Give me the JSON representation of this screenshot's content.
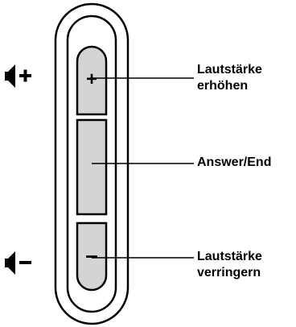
{
  "device": {
    "buttons": [
      {
        "symbol": "+",
        "function": "volume-up"
      },
      {
        "symbol": "",
        "function": "answer-end"
      },
      {
        "symbol": "–",
        "function": "volume-down"
      }
    ]
  },
  "side_icons": {
    "volume_up": {
      "icon": "speaker-icon",
      "sign": "+"
    },
    "volume_down": {
      "icon": "speaker-icon",
      "sign": "–"
    }
  },
  "callouts": [
    {
      "line1": "Lautstärke",
      "line2": "erhöhen"
    },
    {
      "line1": "Answer/End",
      "line2": ""
    },
    {
      "line1": "Lautstärke",
      "line2": "verringern"
    }
  ],
  "colors": {
    "button_fill": "#d4d4d4",
    "outline": "#000000",
    "background": "#ffffff"
  }
}
